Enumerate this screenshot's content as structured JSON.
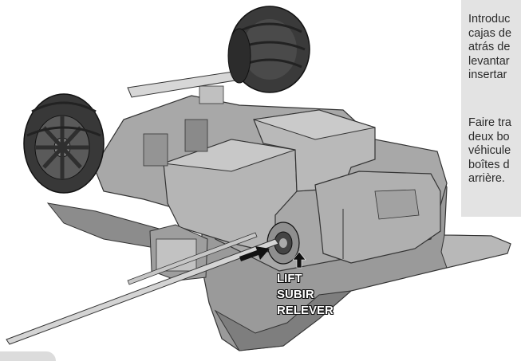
{
  "instruction_es_lines": [
    "Introduc",
    "cajas de",
    "atrás de",
    "levantar",
    "insertar"
  ],
  "instruction_fr_lines": [
    "Faire tra",
    "deux bo",
    "véhicule",
    "boîtes d",
    "arrière."
  ],
  "lift_labels": [
    "LIFT",
    "SUBIR",
    "RELEVER"
  ]
}
